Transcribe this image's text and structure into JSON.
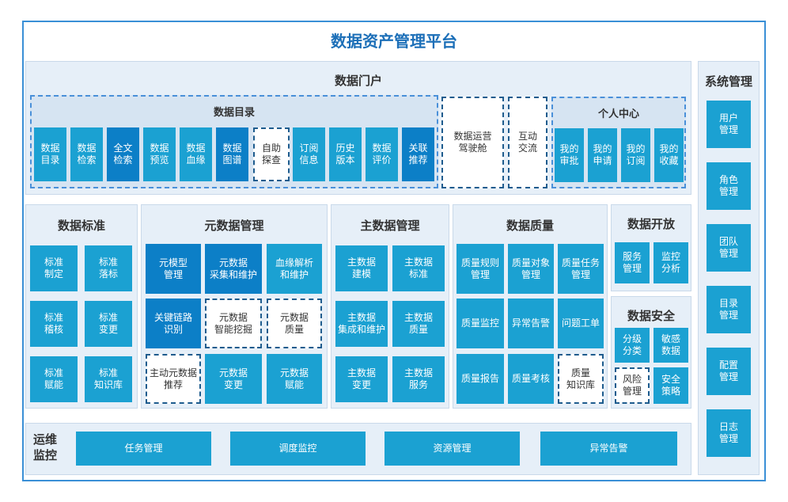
{
  "title": "数据资产管理平台",
  "portal": {
    "title": "数据门户",
    "catalog": {
      "title": "数据目录",
      "items": [
        "数据\n目录",
        "数据\n检索",
        "全文\n检索",
        "数据\n预览",
        "数据\n血缘",
        "数据\n图谱",
        "自助\n探查",
        "订阅\n信息",
        "历史\n版本",
        "数据\n评价",
        "关联\n推荐"
      ]
    },
    "cockpit": "数据运营\n驾驶舱",
    "interact": "互动\n交流",
    "personal": {
      "title": "个人中心",
      "items": [
        "我的\n审批",
        "我的\n申请",
        "我的\n订阅",
        "我的\n收藏"
      ]
    }
  },
  "standards": {
    "title": "数据标准",
    "items": [
      "标准\n制定",
      "标准\n落标",
      "标准\n稽核",
      "标准\n变更",
      "标准\n赋能",
      "标准\n知识库"
    ]
  },
  "metadata": {
    "title": "元数据管理",
    "items": [
      "元模型\n管理",
      "元数据\n采集和维护",
      "血缘解析\n和维护",
      "关键链路\n识别",
      "元数据\n智能挖掘",
      "元数据\n质量",
      "主动元数据\n推荐",
      "元数据\n变更",
      "元数据\n赋能"
    ]
  },
  "master": {
    "title": "主数据管理",
    "items": [
      "主数据\n建模",
      "主数据\n标准",
      "主数据\n集成和维护",
      "主数据\n质量",
      "主数据\n变更",
      "主数据\n服务"
    ]
  },
  "quality": {
    "title": "数据质量",
    "items": [
      "质量规则\n管理",
      "质量对象\n管理",
      "质量任务\n管理",
      "质量监控",
      "异常告警",
      "问题工单",
      "质量报告",
      "质量考核",
      "质量\n知识库"
    ]
  },
  "open": {
    "title": "数据开放",
    "items": [
      "服务\n管理",
      "监控\n分析"
    ]
  },
  "security": {
    "title": "数据安全",
    "items": [
      "分级\n分类",
      "敏感\n数据",
      "风险\n管理",
      "安全\n策略"
    ]
  },
  "ops": {
    "title": "运维\n监控",
    "items": [
      "任务管理",
      "调度监控",
      "资源管理",
      "异常告警"
    ]
  },
  "system": {
    "title": "系统管理",
    "items": [
      "用户\n管理",
      "角色\n管理",
      "团队\n管理",
      "目录\n管理",
      "配置\n管理",
      "日志\n管理"
    ]
  },
  "colors": {
    "frame": "#3a8fd6",
    "panel": "#e6eff8",
    "title": "#1c6fb8",
    "tile_light": "#1ba1d2",
    "tile_dark": "#0c7fc7",
    "dashed_border": "#1e5c8e"
  }
}
